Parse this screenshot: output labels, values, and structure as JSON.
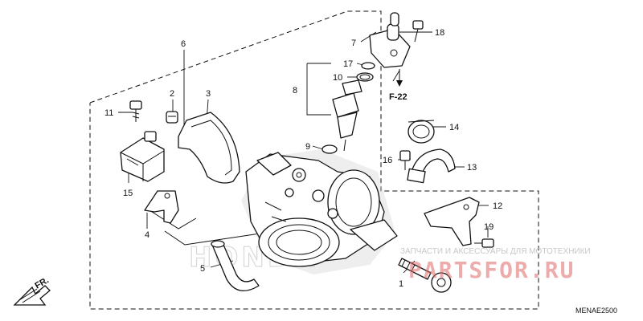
{
  "diagram": {
    "callouts": [
      "1",
      "2",
      "3",
      "4",
      "5",
      "6",
      "7",
      "8",
      "9",
      "10",
      "11",
      "12",
      "13",
      "14",
      "15",
      "16",
      "17",
      "18",
      "19"
    ],
    "reference": "F-22",
    "code": "MENAE2500",
    "direction": "FR."
  },
  "watermark": {
    "tagline": "ЗАПЧАСТИ И АКСЕССУАРЫ ДЛЯ МОТОТЕХНИКИ",
    "logo": "PARTSFOR.RU",
    "brand": "HONDA"
  }
}
